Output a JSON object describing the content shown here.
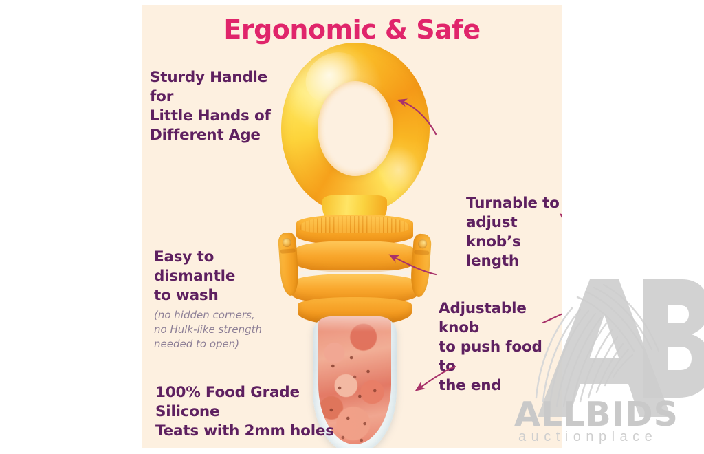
{
  "panel": {
    "background_color": "#fdf0e0",
    "title": "Ergonomic & Safe",
    "title_color": "#e0256b"
  },
  "annotations": [
    {
      "id": "sturdy-handle",
      "text": "Sturdy Handle for\nLittle Hands of\nDifferent Age",
      "subtext": "",
      "color": "#5e2060"
    },
    {
      "id": "easy-dismantle",
      "text": "Easy to dismantle\nto wash",
      "subtext": "(no hidden corners,\nno Hulk-like strength\nneeded to open)",
      "color": "#5e2060",
      "subtext_color": "#8d7f96"
    },
    {
      "id": "turnable-knob",
      "text": "Turnable to\nadjust knob’s\nlength",
      "subtext": "",
      "color": "#5e2060"
    },
    {
      "id": "adjustable-knob",
      "text": "Adjustable knob\nto push food to\nthe end",
      "subtext": "",
      "color": "#5e2060"
    },
    {
      "id": "food-grade-silicone",
      "text": "100% Food Grade Silicone\nTeats with 2mm holes",
      "subtext": "",
      "color": "#5e2060"
    }
  ],
  "product": {
    "name": "baby-fruit-feeder-pacifier",
    "handle_color": "#f6a11b",
    "handle_highlight_color": "#ffe863",
    "collar_color": "#f49c22",
    "teat_color": "#eef4f7",
    "food_color": "#e2705a"
  },
  "arrows": {
    "color": "#a8326a",
    "count": 5
  },
  "watermark": {
    "logo": "AB",
    "brand": "ALLBIDS",
    "tagline": "auctionplace",
    "color": "#c9c9c9",
    "fingerprint_icon": "fingerprint-icon"
  }
}
